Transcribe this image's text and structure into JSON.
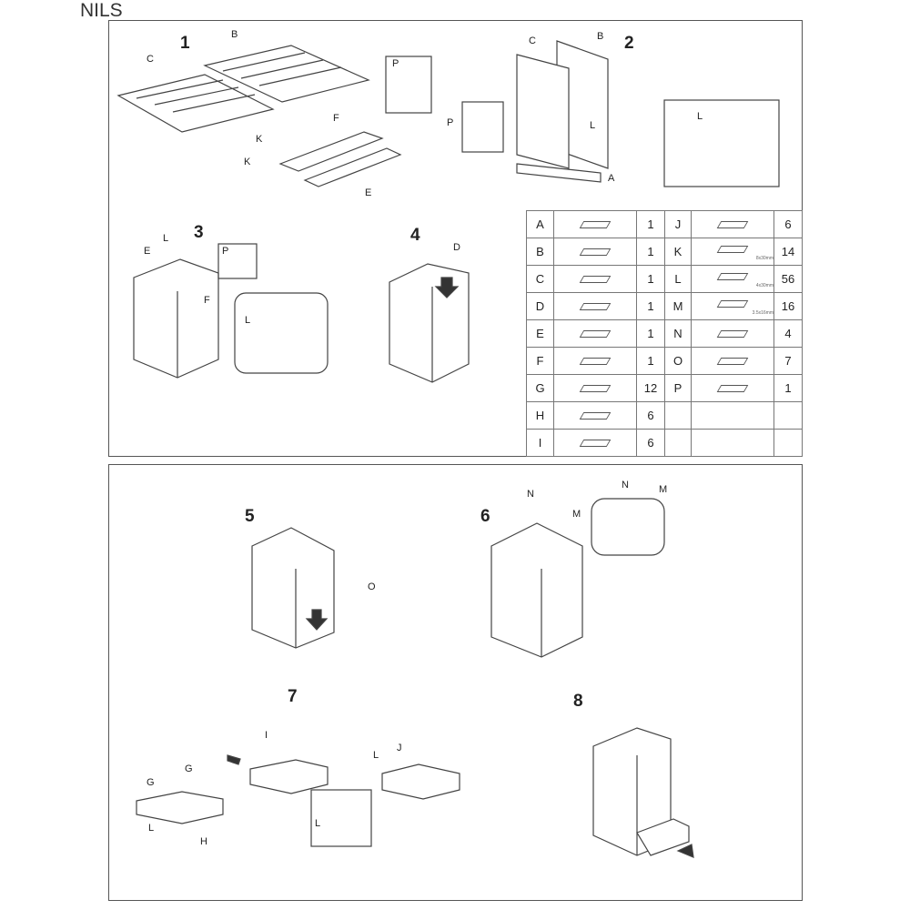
{
  "title": "NILS",
  "steps": [
    "1",
    "2",
    "3",
    "4",
    "5",
    "6",
    "7",
    "8"
  ],
  "labels": {
    "s1": [
      "B",
      "C",
      "P",
      "K",
      "F",
      "K",
      "E"
    ],
    "s2": [
      "C",
      "B",
      "P",
      "L",
      "A",
      "L"
    ],
    "s3": [
      "E",
      "L",
      "P",
      "F",
      "L"
    ],
    "s4": [
      "D"
    ],
    "s5": [
      "O"
    ],
    "s6": [
      "N",
      "M",
      "N",
      "M"
    ],
    "s7": [
      "G",
      "G",
      "L",
      "H",
      "I",
      "L",
      "J",
      "L"
    ]
  },
  "parts": [
    {
      "id": "A",
      "qty": "1",
      "id2": "J",
      "qty2": "6"
    },
    {
      "id": "B",
      "qty": "1",
      "id2": "K",
      "qty2": "14",
      "size2": "8x30mm"
    },
    {
      "id": "C",
      "qty": "1",
      "id2": "L",
      "qty2": "56",
      "size2": "4x30mm"
    },
    {
      "id": "D",
      "qty": "1",
      "id2": "M",
      "qty2": "16",
      "size2": "3.5x16mm"
    },
    {
      "id": "E",
      "qty": "1",
      "id2": "N",
      "qty2": "4"
    },
    {
      "id": "F",
      "qty": "1",
      "id2": "O",
      "qty2": "7"
    },
    {
      "id": "G",
      "qty": "12",
      "id2": "P",
      "qty2": "1"
    },
    {
      "id": "H",
      "qty": "6"
    },
    {
      "id": "I",
      "qty": "6"
    }
  ]
}
